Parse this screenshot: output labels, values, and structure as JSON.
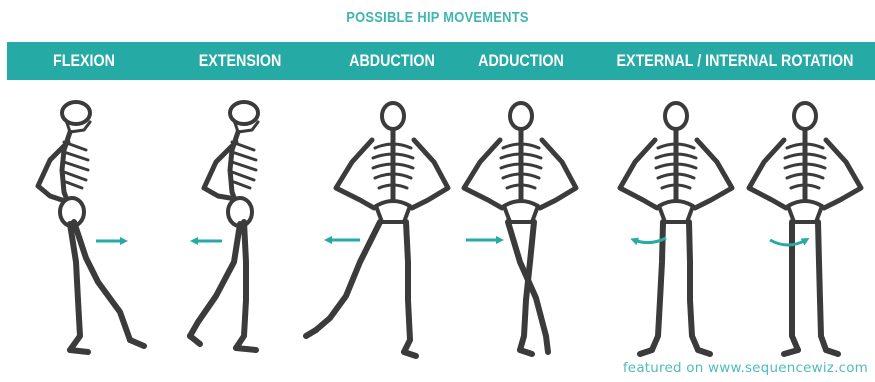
{
  "title": "POSSIBLE HIP MOVEMENTS",
  "movements": [
    {
      "label": "FLEXION",
      "arrow": "right"
    },
    {
      "label": "EXTENSION",
      "arrow": "left"
    },
    {
      "label": "ABDUCTION",
      "arrow": "left"
    },
    {
      "label": "ADDUCTION",
      "arrow": "right"
    },
    {
      "label": "EXTERNAL / INTERNAL ROTATION",
      "arrow": "curved"
    }
  ],
  "credit": "featured on www.sequencewiz.com",
  "colors": {
    "accent": "#25aaa5",
    "title": "#3fb6b0",
    "bone": "#3b3b3b",
    "credit": "#4fbdb8",
    "background": "#ffffff"
  }
}
